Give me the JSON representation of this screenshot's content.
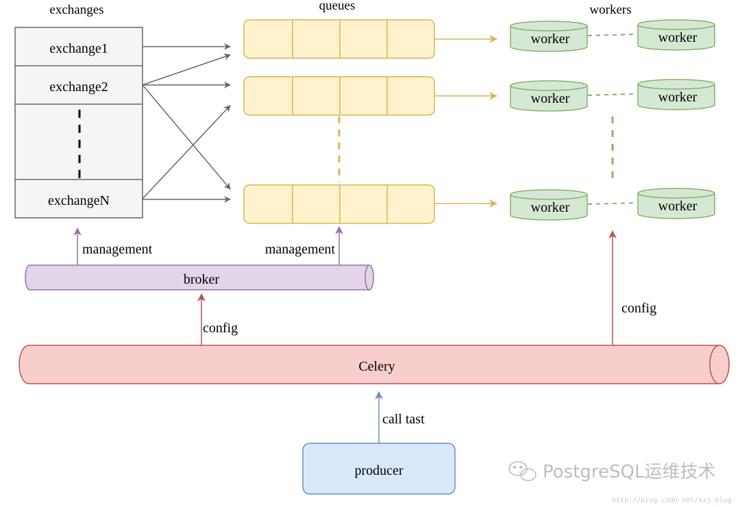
{
  "headers": {
    "exchanges": "exchanges",
    "queues": "queues",
    "workers": "workers"
  },
  "exchanges": [
    "exchange1",
    "exchange2",
    "exchangeN"
  ],
  "worker_label": "worker",
  "labels": {
    "management_left": "management",
    "management_right": "management",
    "broker": "broker",
    "config_broker": "config",
    "config_workers": "config",
    "celery": "Celery",
    "call_task": "call tast",
    "producer": "producer"
  },
  "watermark": {
    "text": "PostgreSQL运维技术",
    "url": "http://blog.csdn.net/xsj_blog"
  },
  "colors": {
    "exchange_fill": "#f5f5f5",
    "exchange_stroke": "#666666",
    "queue_fill": "#fff2cc",
    "queue_stroke": "#d6b656",
    "worker_fill": "#d5e8d4",
    "worker_stroke": "#82b366",
    "broker_fill": "#e1d5e7",
    "broker_stroke": "#9673a6",
    "celery_fill": "#f8cecc",
    "celery_stroke": "#b85450",
    "producer_fill": "#dae8fc",
    "producer_stroke": "#6c8ebf",
    "arrow_gray": "#666666",
    "arrow_yellow": "#d6b656",
    "arrow_purple": "#9673a6",
    "arrow_red": "#b85450",
    "arrow_blue": "#6c8ebf"
  }
}
